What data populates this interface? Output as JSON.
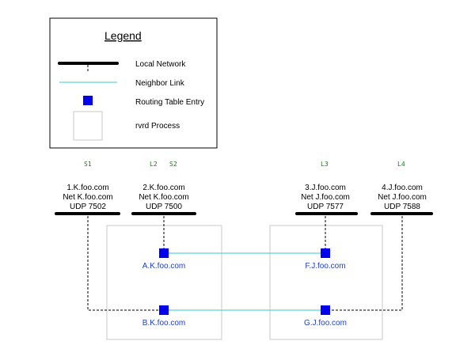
{
  "legend": {
    "title": "Legend",
    "local_network": "Local Network",
    "neighbor_link": "Neighbor Link",
    "routing_entry": "Routing Table Entry",
    "process": "rvrd Process"
  },
  "colors": {
    "network": "#000000",
    "neighbor_link": "#33cccc",
    "routing_entry": "#0000ee",
    "host_label": "#1f3fbf",
    "tag": "#1a7a1a",
    "process_border": "#c8c8c8"
  },
  "tags": {
    "s1": "S1",
    "l2": "L2",
    "s2": "S2",
    "l3": "L3",
    "l4": "L4"
  },
  "networks": [
    {
      "id": "1",
      "line1": "1.K.foo.com",
      "line2": "Net K.foo.com",
      "line3": "UDP 7502"
    },
    {
      "id": "2",
      "line1": "2.K.foo.com",
      "line2": "Net K.foo.com",
      "line3": "UDP 7500"
    },
    {
      "id": "3",
      "line1": "3.J.foo.com",
      "line2": "Net J.foo.com",
      "line3": "UDP 7577"
    },
    {
      "id": "4",
      "line1": "4.J.foo.com",
      "line2": "Net J.foo.com",
      "line3": "UDP 7588"
    }
  ],
  "routers": {
    "a": "A.K.foo.com",
    "b": "B.K.foo.com",
    "f": "F.J.foo.com",
    "g": "G.J.foo.com"
  }
}
